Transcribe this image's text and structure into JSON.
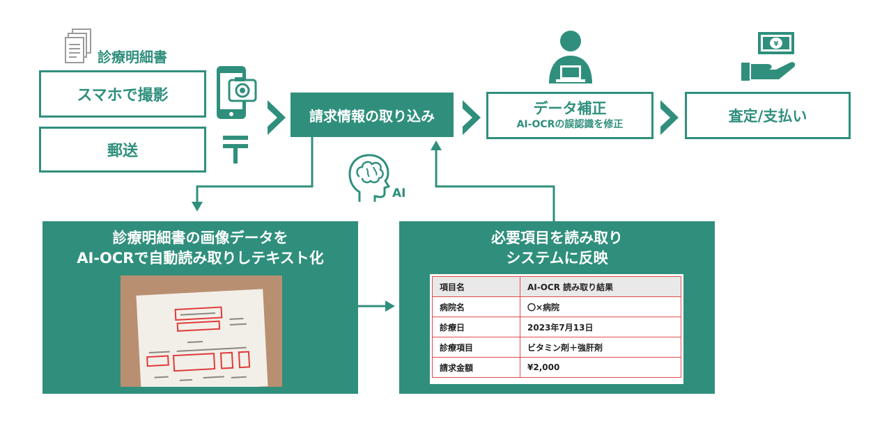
{
  "doc_label": "診療明細書",
  "step1": {
    "smartphone": "スマホで撮影",
    "mail": "郵送"
  },
  "step2": "請求情報の取り込み",
  "step3": {
    "title": "データ補正",
    "sub": "AI-OCRの誤認識を修正"
  },
  "step4": "査定/支払い",
  "ai_label": "AI",
  "panel_left": {
    "line1": "診療明細書の画像データを",
    "line2": "AI-OCRで自動読み取りしテキスト化"
  },
  "panel_right": {
    "line1": "必要項目を読み取り",
    "line2": "システムに反映"
  },
  "table": {
    "headers": [
      "項目名",
      "AI-OCR 読み取り結果"
    ],
    "rows": [
      [
        "病院名",
        "〇×病院"
      ],
      [
        "診療日",
        "2023年7月13日"
      ],
      [
        "診療項目",
        "ビタミン剤＋強肝剤"
      ],
      [
        "請求金額",
        "¥2,000"
      ]
    ]
  },
  "colors": {
    "accent": "#2f8f7c",
    "highlight": "#e24b4b"
  },
  "icons": [
    "document-icon",
    "smartphone-camera-icon",
    "postal-mark-icon",
    "operator-laptop-icon",
    "money-hand-icon",
    "ai-brain-head-icon"
  ]
}
